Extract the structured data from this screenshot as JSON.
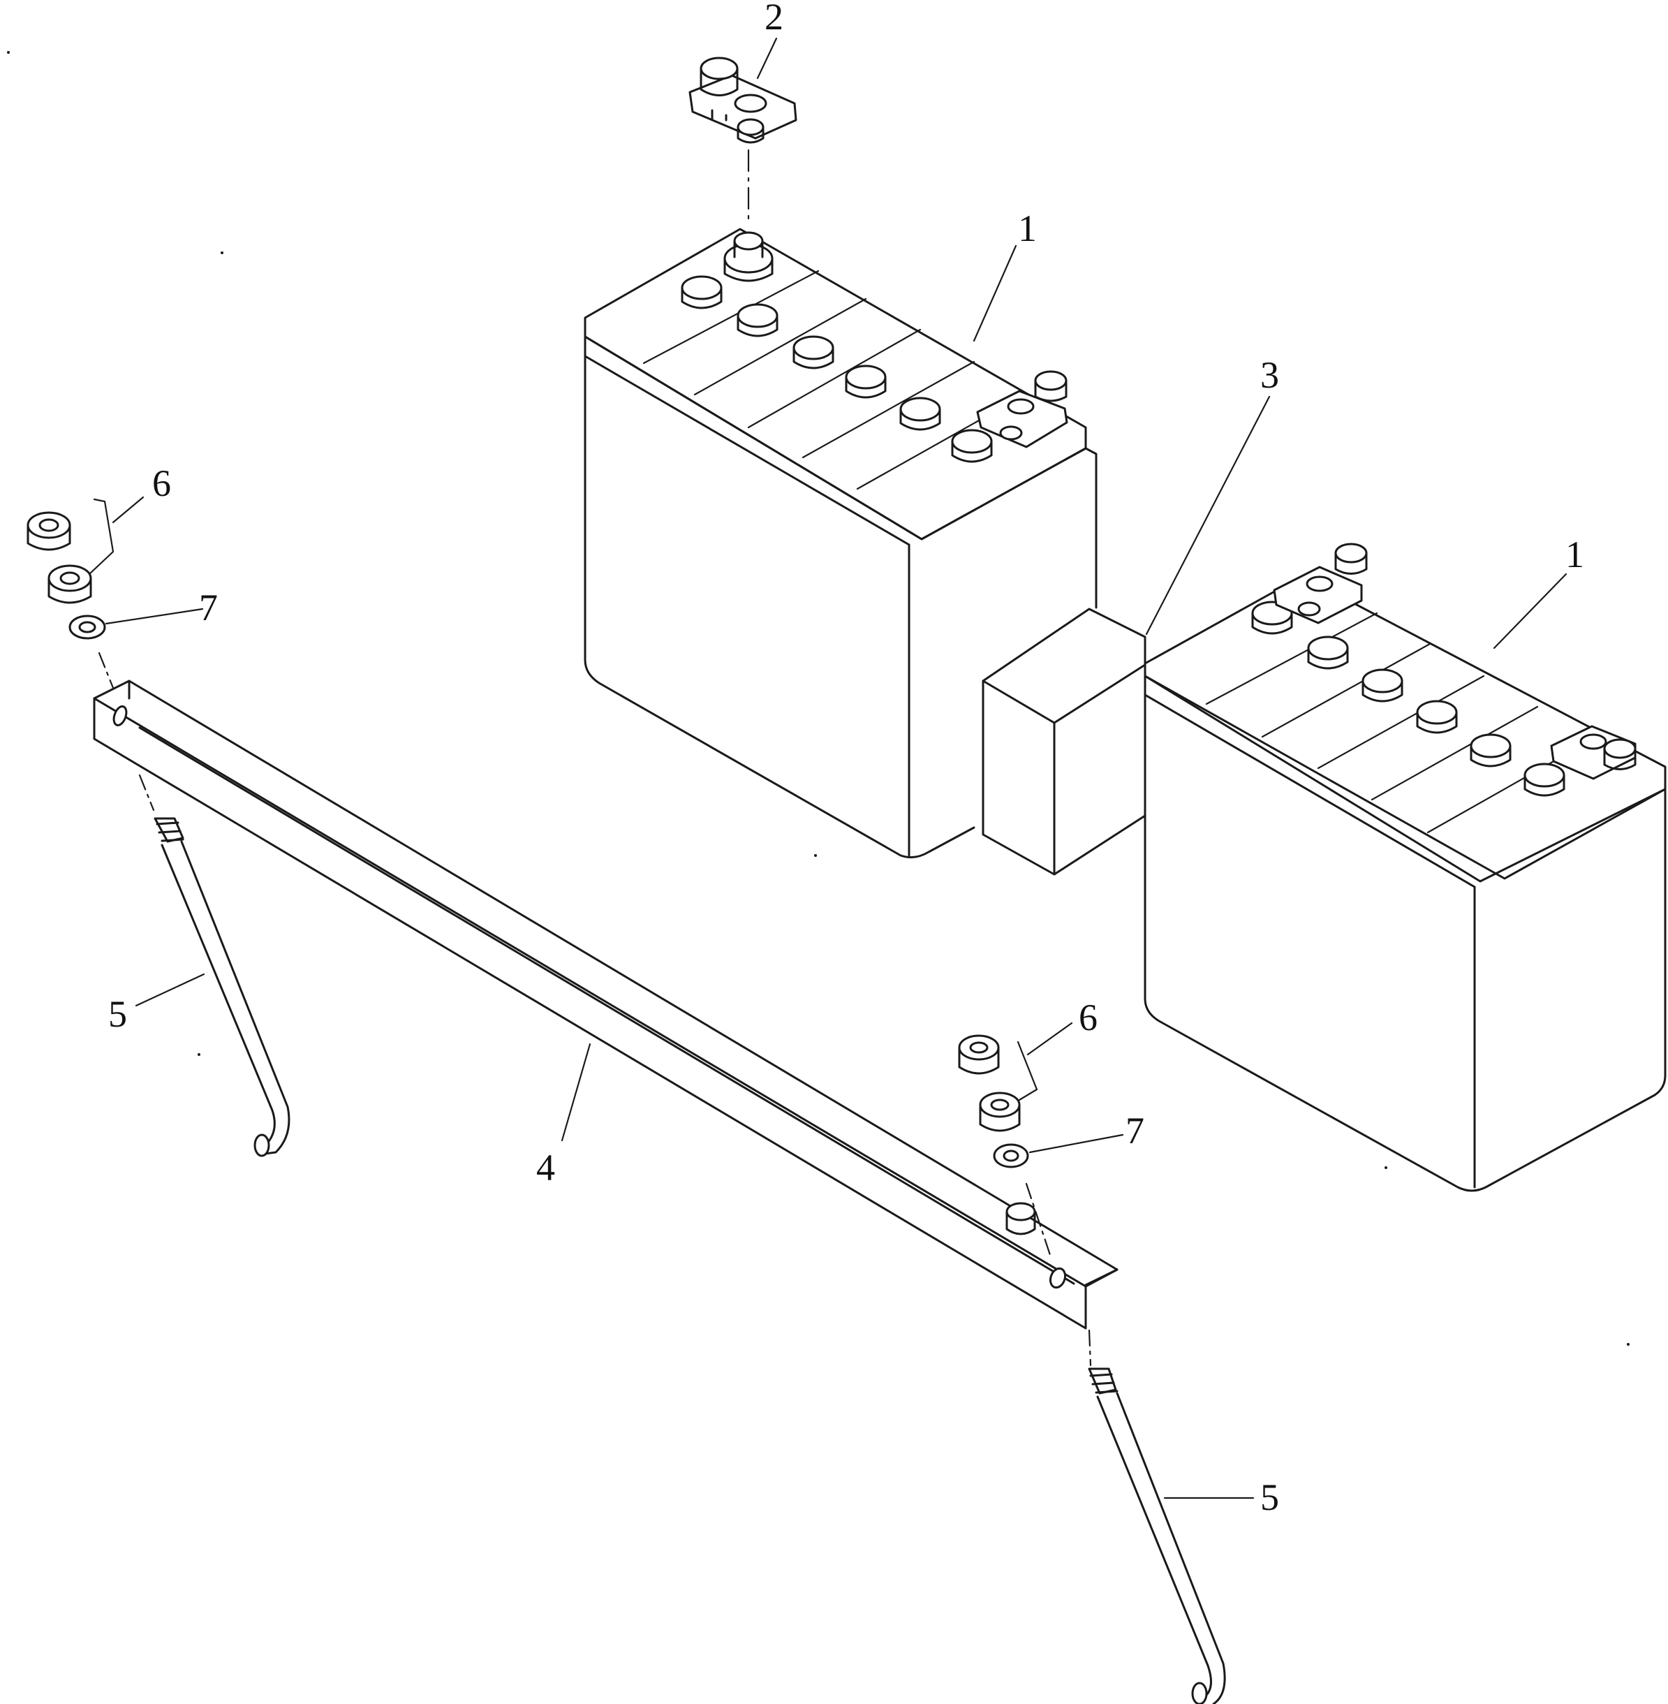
{
  "callouts": {
    "c1a": "1",
    "c1b": "1",
    "c2": "2",
    "c3": "3",
    "c4": "4",
    "c5a": "5",
    "c5b": "5",
    "c6a": "6",
    "c6b": "6",
    "c7a": "7",
    "c7b": "7"
  }
}
